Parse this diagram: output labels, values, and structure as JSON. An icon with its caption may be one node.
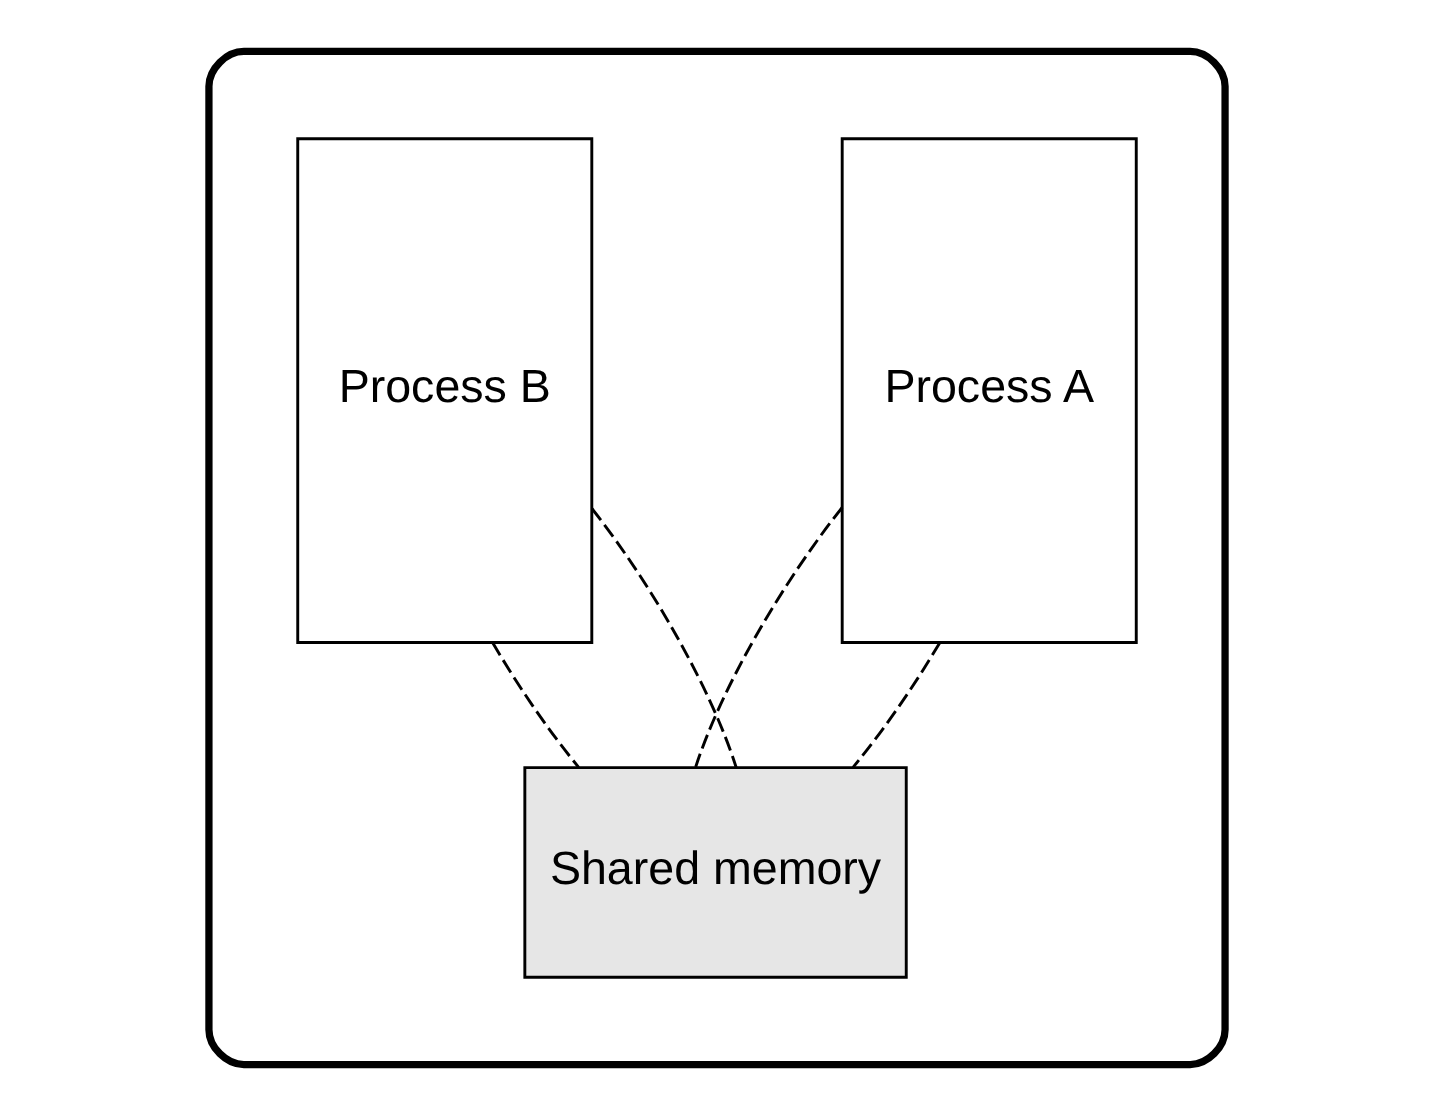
{
  "diagram": {
    "nodes": [
      {
        "text": [],
        "shape": "cloud"
      },
      {
        "text": [
          "Process A"
        ],
        "in": 0
      },
      {
        "text": [
          "Process B"
        ],
        "in": 0
      },
      {
        "text": [
          "Shared memory"
        ],
        "in": 0
      }
    ],
    "edges": [
      {
        "from": 1,
        "to": 3,
        "arrow": "none",
        "style": "dashed"
      },
      {
        "from": 1,
        "to": 3,
        "arrow": "none",
        "style": "dashed"
      },
      {
        "from": 2,
        "to": 3,
        "arrow": "none",
        "style": "dashed"
      },
      {
        "from": 2,
        "to": 3,
        "arrow": "none",
        "style": "dashed"
      }
    ]
  }
}
